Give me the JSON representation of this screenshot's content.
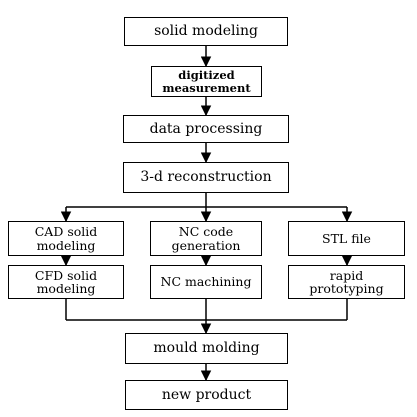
{
  "nodes": {
    "solid_modeling": "solid modeling",
    "digitized_measurement": "digitized\nmeasurement",
    "data_processing": "data processing",
    "reconstruction_3d": "3-d reconstruction",
    "cad_solid_modeling": "CAD solid\nmodeling",
    "nc_code_generation": "NC code\ngeneration",
    "stl_file": "STL file",
    "cfd_solid_modeling": "CFD solid\nmodeling",
    "nc_machining": "NC machining",
    "rapid_prototyping": "rapid\nprototyping",
    "mould_molding": "mould molding",
    "new_product": "new product"
  },
  "colors": {
    "stroke": "#000000",
    "background": "#ffffff"
  }
}
